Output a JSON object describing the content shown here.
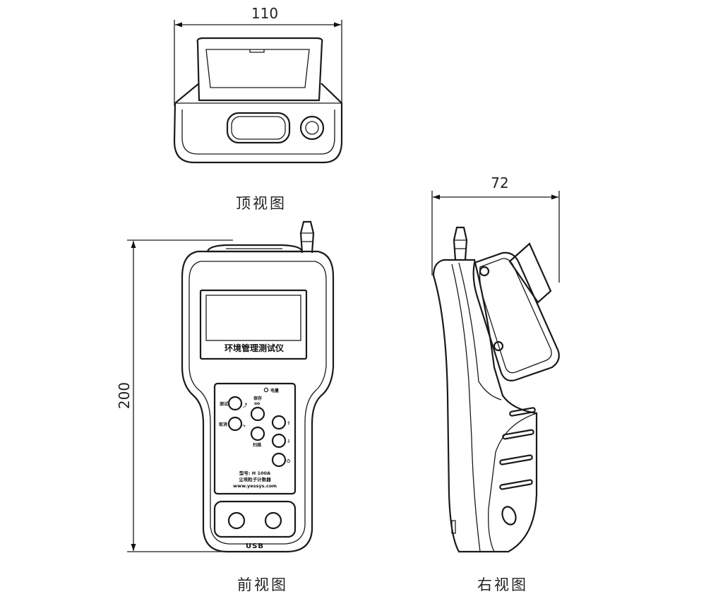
{
  "dimensions": {
    "top_width": "110",
    "side_depth": "72",
    "front_height": "200"
  },
  "captions": {
    "top_view": "顶视图",
    "front_view": "前视图",
    "right_view": "右视图"
  },
  "device": {
    "screen_label": "环境管理测试仪",
    "battery_label": "电量",
    "buttons": {
      "test": "测试",
      "cancel": "取消",
      "save": "保存",
      "scan": "扫描"
    },
    "model_label": "型号: H 100A",
    "product_name": "尘埃粒子计数器",
    "website": "www.yessys.com",
    "port_label": "USB"
  }
}
